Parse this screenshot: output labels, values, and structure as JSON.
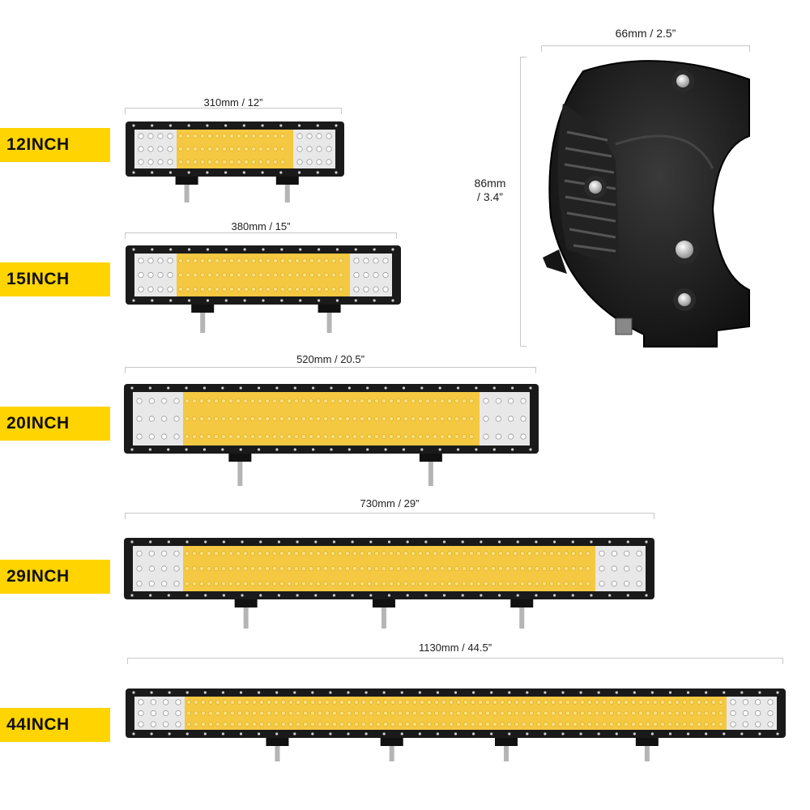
{
  "bars": [
    {
      "size_label": "12INCH",
      "dimension": "310mm / 12”",
      "brackets": 2
    },
    {
      "size_label": "15INCH",
      "dimension": "380mm / 15”",
      "brackets": 2
    },
    {
      "size_label": "20INCH",
      "dimension": "520mm / 20.5”",
      "brackets": 2
    },
    {
      "size_label": "29INCH",
      "dimension": "730mm / 29”",
      "brackets": 3
    },
    {
      "size_label": "44INCH",
      "dimension": "1130mm / 44.5”",
      "brackets": 4
    }
  ],
  "side_view": {
    "width_label": "66mm / 2.5”",
    "height_line1": "86mm",
    "height_line2": "/ 3.4”"
  },
  "colors": {
    "tag_yellow": "#FFD400",
    "amber_led": "#F5C842",
    "housing": "#1a1a1a"
  }
}
